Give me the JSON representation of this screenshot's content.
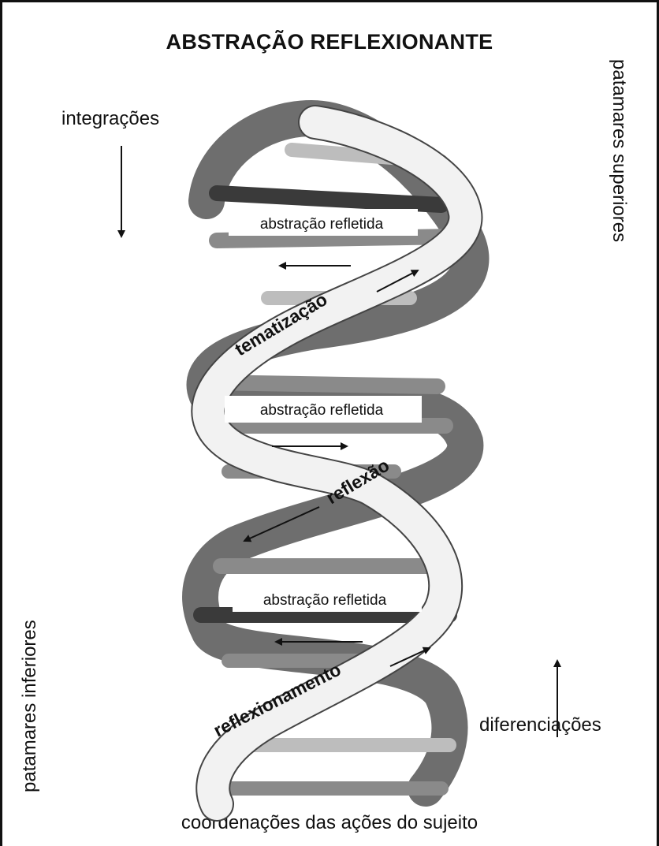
{
  "diagram": {
    "title": "ABSTRAÇÃO REFLEXIONANTE",
    "side_labels": {
      "top_left": "integrações",
      "bottom_right": "diferenciações",
      "right_vertical": "patamares superiores",
      "left_vertical": "patamares inferiores",
      "bottom": "coordenações das ações do sujeito"
    },
    "levels": [
      {
        "label": "abstração refletida"
      },
      {
        "label": "abstração refletida"
      },
      {
        "label": "abstração refletida"
      }
    ],
    "strand_labels": {
      "upper": "tematização",
      "middle": "reflexão",
      "lower": "reflexionamento"
    },
    "colors": {
      "dark_strand": "#6e6e6e",
      "light_strand": "#f2f2f2",
      "rung_dark": "#3a3a3a",
      "rung_mid": "#8a8a8a",
      "rung_light": "#bdbdbd"
    }
  }
}
